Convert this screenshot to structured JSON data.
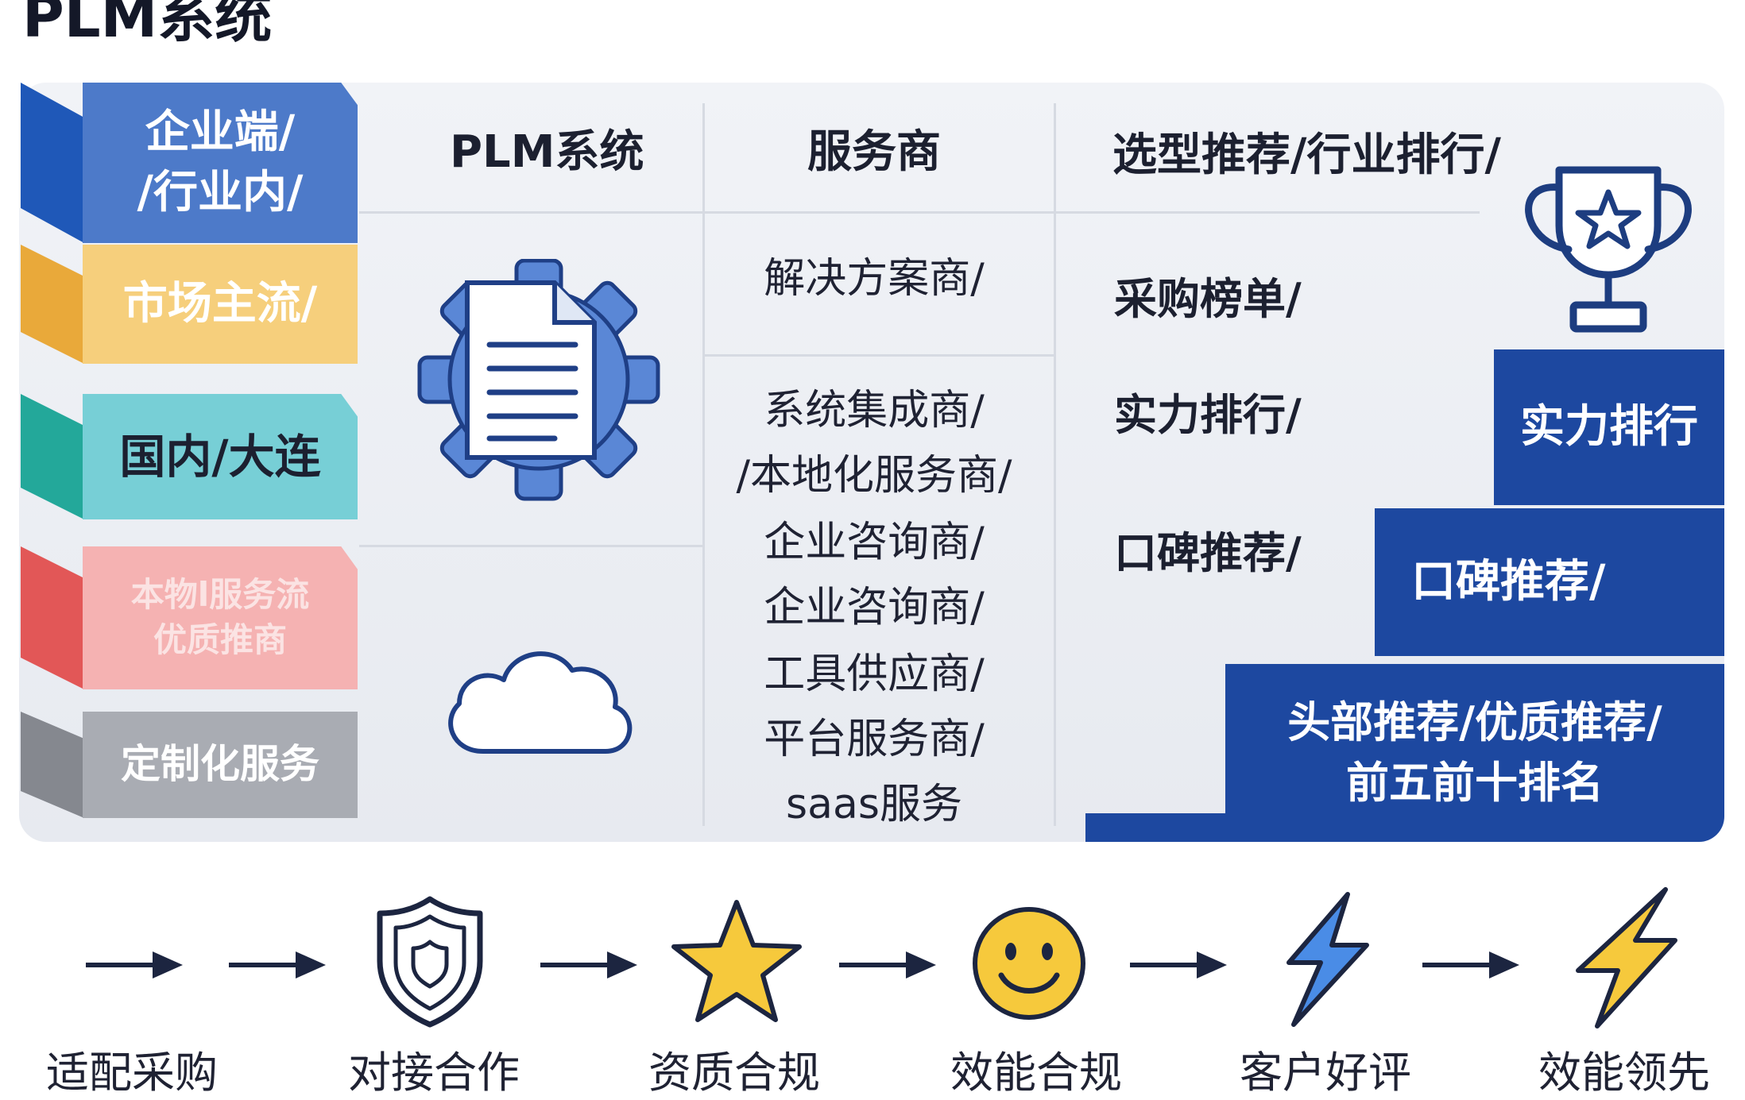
{
  "title": "PLM系统",
  "categories": [
    {
      "label": "企业端/\n/行业内/",
      "face": "#4d7ac9",
      "side": "#1f58b8",
      "text": "#ffffff"
    },
    {
      "label": "市场主流/",
      "face": "#f6cf7c",
      "side": "#e9a93a",
      "text": "#ffffff"
    },
    {
      "label": "国内/大连",
      "face": "#77cfd6",
      "side": "#23a89a",
      "text": "#1c2030"
    },
    {
      "label": "本物l服务流\n优质推商",
      "face": "#f5b2b2",
      "side": "#e25757",
      "text": "#fbe3e3"
    },
    {
      "label": "定制化服务",
      "face": "#a9acb3",
      "side": "#85888f",
      "text": "#ffffff"
    }
  ],
  "columns": {
    "plm": "PLM系统",
    "provider": "服务商",
    "ranking": "选型推荐/行业排行/"
  },
  "providers": {
    "first": "解决方案商/",
    "list": [
      "系统集成商/",
      "/本地化服务商/",
      "企业咨询商/",
      "企业咨询商/",
      "工具供应商/",
      "平台服务商/",
      "saas服务"
    ]
  },
  "ranking_labels": [
    "采购榜单/",
    "实力排行/",
    "口碑推荐/"
  ],
  "steps": {
    "top": "实力排行",
    "middle": "口碑推荐/",
    "bottom": "头部推荐/优质推荐/\n前五前十排名"
  },
  "icons": {
    "plm": "document-gear-icon",
    "cloud": "cloud-icon",
    "trophy": "trophy-icon"
  },
  "flow": [
    {
      "label": "适配采购",
      "icon": "arrow-icon"
    },
    {
      "label": "对接合作",
      "icon": "shield-icon"
    },
    {
      "label": "资质合规",
      "icon": "star-icon"
    },
    {
      "label": "效能合规",
      "icon": "smiley-icon"
    },
    {
      "label": "客户好评",
      "icon": "lightning-blue-icon"
    },
    {
      "label": "效能领先",
      "icon": "lightning-yellow-icon"
    }
  ],
  "colors": {
    "navy": "#1d48a0",
    "accent_blue": "#4d7ac9",
    "yellow": "#f6c93c"
  }
}
